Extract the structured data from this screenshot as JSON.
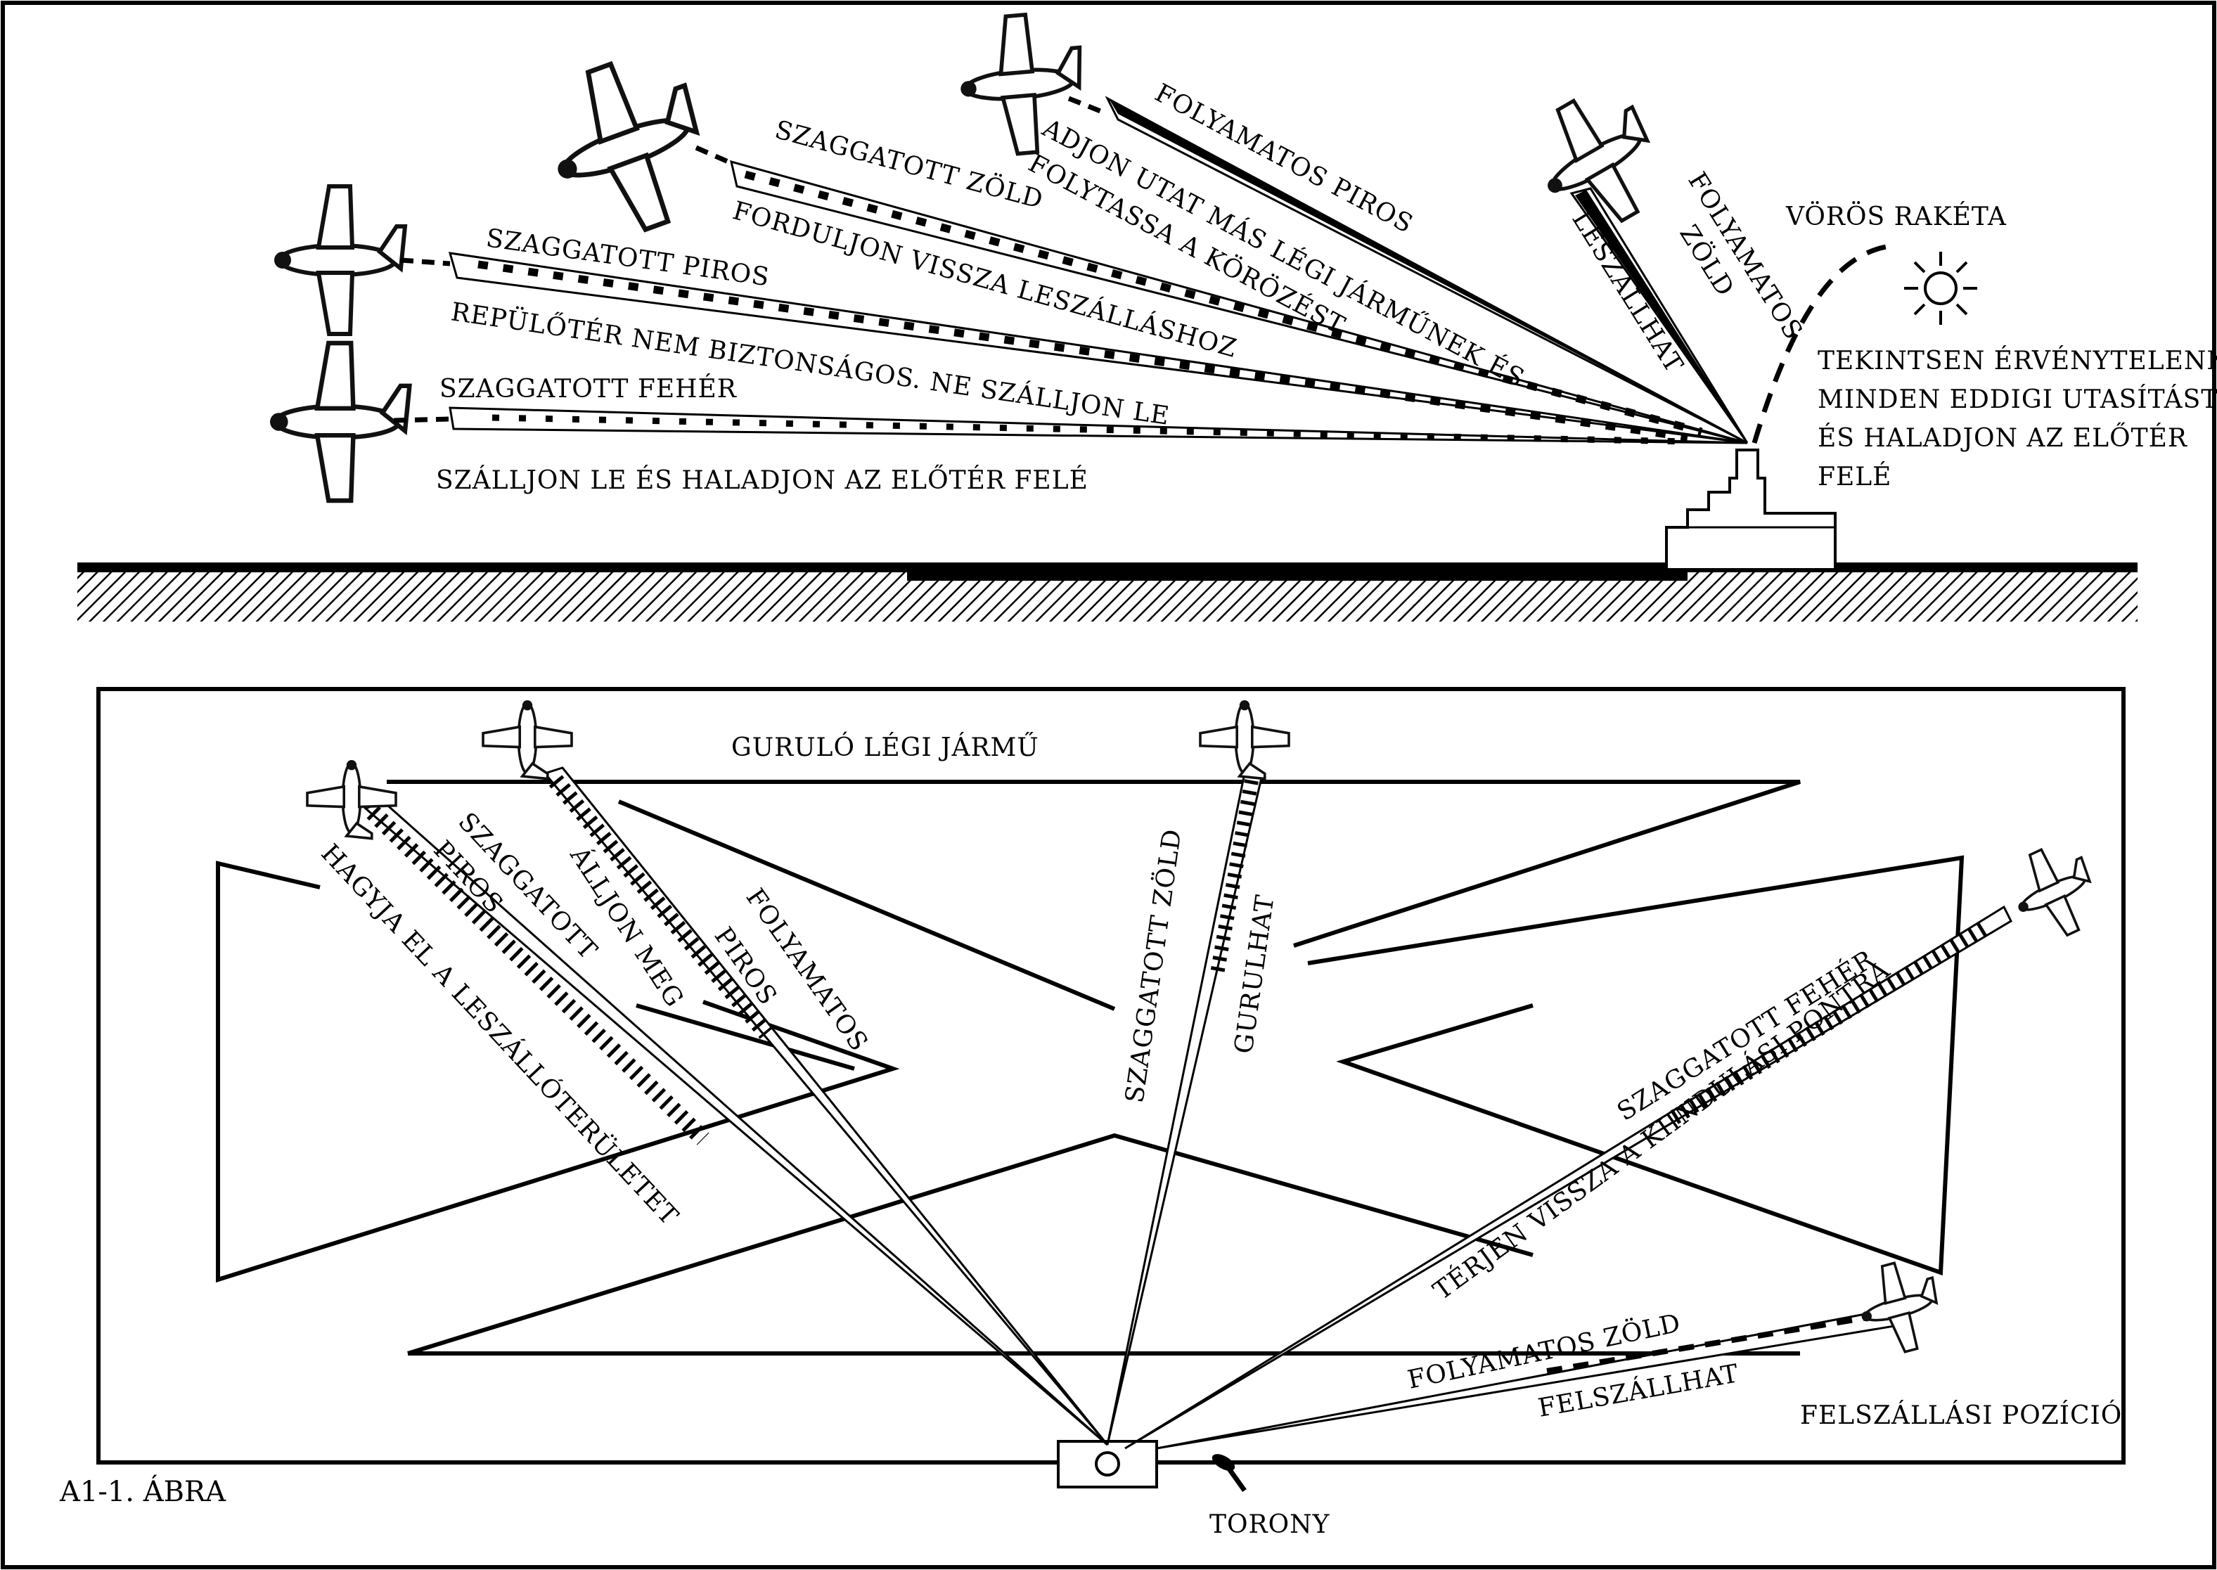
{
  "top": {
    "signals": [
      {
        "light": "SZAGGATOTT FEHÉR",
        "meaning": "SZÁLLJON LE ÉS HALADJON AZ ELŐTÉR FELÉ"
      },
      {
        "light": "SZAGGATOTT PIROS",
        "meaning": "REPÜLŐTÉR NEM BIZTONSÁGOS. NE SZÁLLJON LE"
      },
      {
        "light": "SZAGGATOTT ZÖLD",
        "meaning": "FORDULJON VISSZA LESZÁLLÁSHOZ"
      },
      {
        "light": "FOLYAMATOS PIROS",
        "meaning_line1": "ADJON UTAT MÁS LÉGI JÁRMŰNEK ÉS",
        "meaning_line2": "FOLYTASSA A KÖRÖZÉST"
      },
      {
        "light_line1": "FOLYAMATOS",
        "light_line2": "ZÖLD",
        "meaning": "LESZÁLLHAT"
      }
    ],
    "rocket": {
      "title": "VÖRÖS RAKÉTA",
      "lines": [
        "TEKINTSEN ÉRVÉNYTELENNEK",
        "MINDEN EDDIGI UTASÍTÁST",
        "ÉS HALADJON AZ ELŐTÉR",
        "FELÉ"
      ]
    }
  },
  "bottom": {
    "taxiing": "GURULÓ LÉGI JÁRMŰ",
    "hagyja": "HAGYJA EL A LESZÁLLÓTERÜLETET",
    "szag_piros_1": "SZAGGATOTT",
    "szag_piros_2": "PIROS",
    "alljon": "ÁLLJON MEG",
    "foly_piros_1": "FOLYAMATOS",
    "foly_piros_2": "PIROS",
    "szag_zold": "SZAGGATOTT ZÖLD",
    "gurulhat": "GURULHAT",
    "szag_feher": "SZAGGATOTT FEHÉR",
    "terjen": "TÉRJEN VISSZA A KIINDULÁSI PONTRA",
    "foly_zold": "FOLYAMATOS ZÖLD",
    "felszallhat": "FELSZÁLLHAT",
    "felszallasi": "FELSZÁLLÁSI POZÍCIÓ",
    "torony": "TORONY"
  },
  "figure_label": "A1-1. ÁBRA"
}
